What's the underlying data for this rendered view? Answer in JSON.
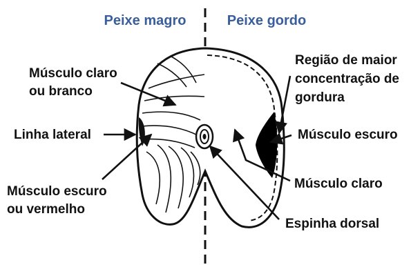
{
  "colors": {
    "header": "#3a5d9c",
    "ink": "#111111",
    "dark_muscle": "#000000",
    "background": "#ffffff"
  },
  "headers": {
    "left": "Peixe magro",
    "right": "Peixe gordo"
  },
  "labels": {
    "light_muscle_left": [
      "Músculo claro",
      "ou branco"
    ],
    "lateral_line": "Linha lateral",
    "dark_muscle_left": [
      "Músculo escuro",
      "ou vermelho"
    ],
    "fat_region": [
      "Região de maior",
      "concentração de",
      "gordura"
    ],
    "dark_muscle_right": "Músculo escuro",
    "light_muscle_right": "Músculo claro",
    "dorsal_spine": "Espinha dorsal"
  }
}
